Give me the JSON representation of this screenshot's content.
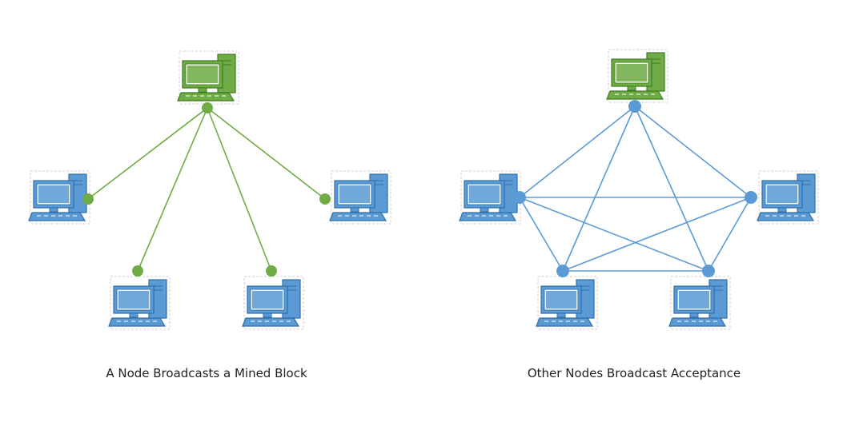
{
  "colors": {
    "green": "#6fac46",
    "green_dark": "#3f7a22",
    "blue": "#5b9bd5",
    "blue_dark": "#2f6ea8",
    "screen_light": "#e8f0f8",
    "green_screen_light": "#eef6e6"
  },
  "left_diagram": {
    "caption": "A Node Broadcasts a Mined Block",
    "central_node": "computer-icon",
    "peer_count": 4
  },
  "right_diagram": {
    "caption": "Other Nodes Broadcast Acceptance",
    "central_node": "computer-icon",
    "peer_count": 4
  }
}
